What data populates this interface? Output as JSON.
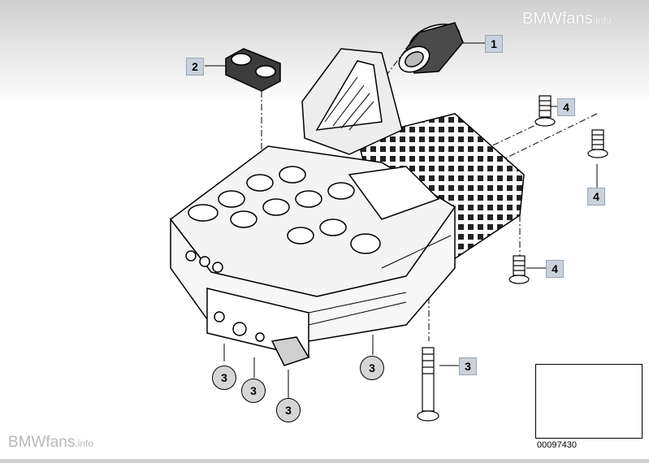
{
  "watermark": {
    "brand": "BMWfans",
    "suffix": ".info"
  },
  "diagram_id": "00097430",
  "callouts": {
    "c1": "1",
    "c2": "2",
    "c3": "3",
    "c4": "4"
  }
}
